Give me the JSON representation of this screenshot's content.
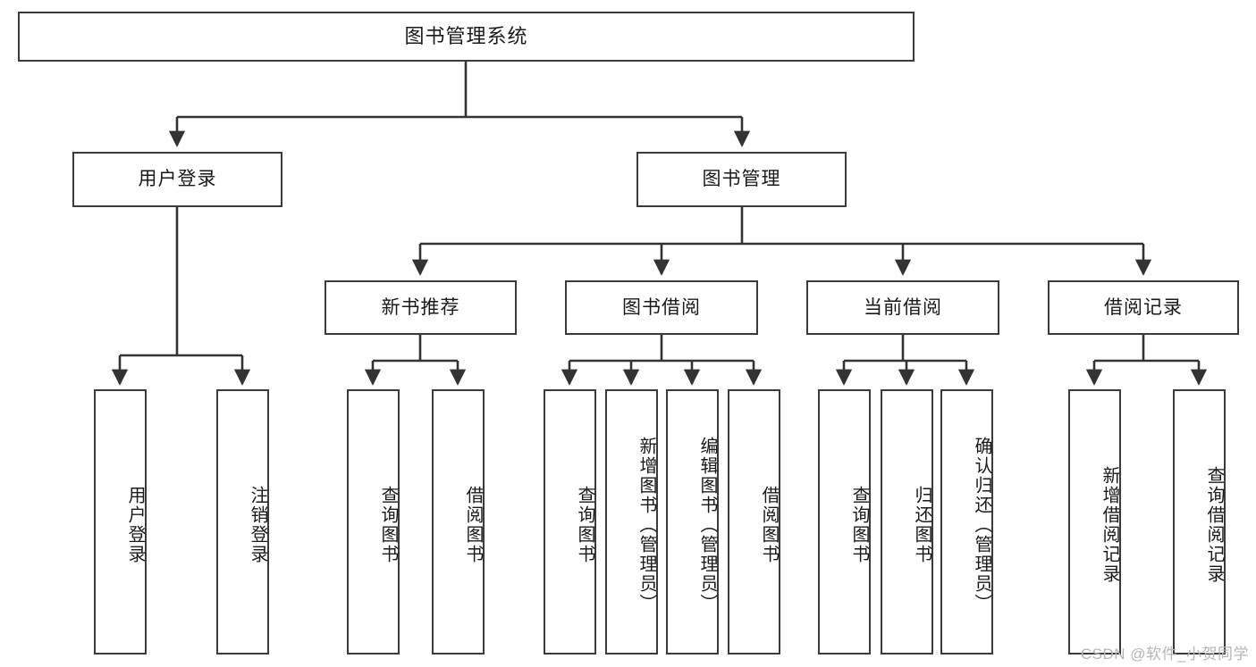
{
  "diagram": {
    "title": "图书管理系统",
    "type": "tree",
    "style": {
      "box_border_color": "#3b3b3b",
      "box_fill_color": "#ffffff",
      "connector_color": "#333333",
      "text_color": "#1a1a1a",
      "background": "#ffffff"
    },
    "levels": {
      "root": {
        "label": "图书管理系统"
      },
      "level2": [
        {
          "label": "用户登录"
        },
        {
          "label": "图书管理"
        }
      ],
      "level3": [
        {
          "label": "新书推荐"
        },
        {
          "label": "图书借阅"
        },
        {
          "label": "当前借阅"
        },
        {
          "label": "借阅记录"
        }
      ],
      "leaves": [
        {
          "label": "用户登录",
          "parent": "用户登录"
        },
        {
          "label": "注销登录",
          "parent": "用户登录"
        },
        {
          "label": "查询图书",
          "parent": "新书推荐"
        },
        {
          "label": "借阅图书",
          "parent": "新书推荐"
        },
        {
          "label": "查询图书",
          "parent": "图书借阅"
        },
        {
          "label": "新增图书（管理员）",
          "parent": "图书借阅"
        },
        {
          "label": "编辑图书（管理员）",
          "parent": "图书借阅"
        },
        {
          "label": "借阅图书",
          "parent": "图书借阅"
        },
        {
          "label": "查询图书",
          "parent": "当前借阅"
        },
        {
          "label": "归还图书",
          "parent": "当前借阅"
        },
        {
          "label": "确认归还（管理员）",
          "parent": "当前借阅"
        },
        {
          "label": "新增借阅记录",
          "parent": "借阅记录"
        },
        {
          "label": "查询借阅记录",
          "parent": "借阅记录"
        }
      ]
    }
  },
  "watermark": {
    "text": "CSDN @软件_小贺同学"
  }
}
